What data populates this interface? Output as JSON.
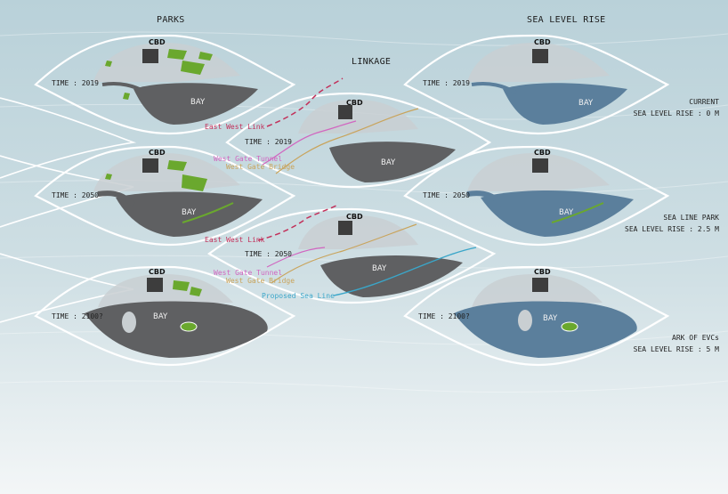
{
  "headings": {
    "parks": "PARKS",
    "linkage": "LINKAGE",
    "sea_level_rise": "SEA LEVEL RISE"
  },
  "labels": {
    "cbd": "CBD",
    "bay": "BAY"
  },
  "times": {
    "t2019": "TIME : 2019",
    "t2050": "TIME : 2050",
    "t2100": "TIME : 2100?"
  },
  "linkage": {
    "east_west_link": "East West Link",
    "west_gate_tunnel": "West Gate Tunnel",
    "west_gate_bridge": "West Gate Bridge",
    "proposed_sea_line": "Proposed Sea Line"
  },
  "scenarios": {
    "current": {
      "name": "CURRENT",
      "rise": "SEA LEVEL RISE : 0 M"
    },
    "sea_line_park": {
      "name": "SEA LINE PARK",
      "rise": "SEA LEVEL RISE : 2.5 M"
    },
    "ark": {
      "name": "ARK OF EVCs",
      "rise": "SEA LEVEL RISE : 5 M"
    }
  },
  "colors": {
    "bay_grey": "#5f6062",
    "bay_blue": "#5b7f9c",
    "park_green": "#6aa82e",
    "east_west_link": "#c2305a",
    "west_gate_tunnel": "#d166c0",
    "west_gate_bridge": "#c9a45c",
    "sea_line": "#3aa6c9"
  }
}
